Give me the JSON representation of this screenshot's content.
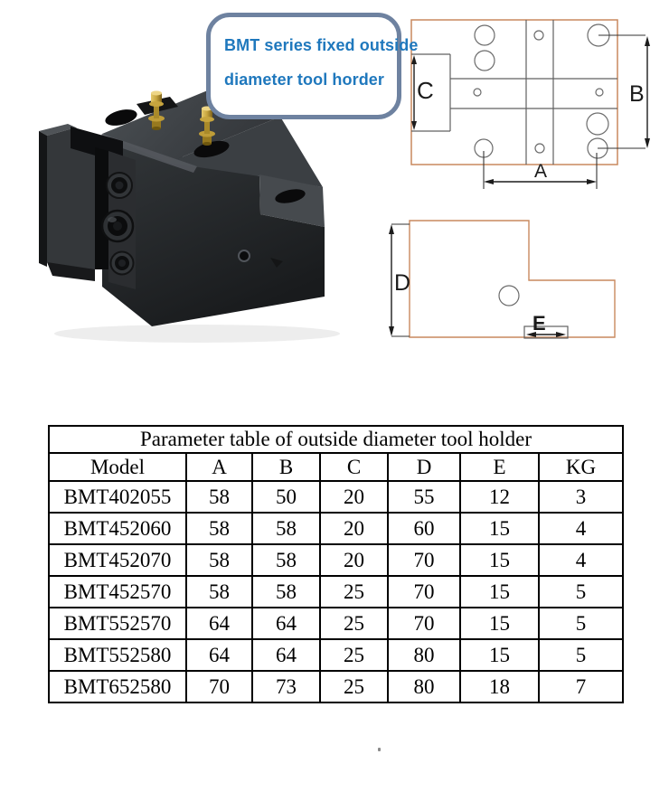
{
  "callout": {
    "line1": "BMT series fixed outside",
    "line2": "diameter tool horder"
  },
  "drawings": {
    "plan": {
      "dim_a": "A",
      "dim_b": "B",
      "dim_c": "C"
    },
    "profile": {
      "dim_d": "D",
      "dim_e": "E"
    }
  },
  "table": {
    "title": "Parameter table of outside diameter tool holder",
    "headers": [
      "Model",
      "A",
      "B",
      "C",
      "D",
      "E",
      "KG"
    ],
    "rows": [
      [
        "BMT402055",
        "58",
        "50",
        "20",
        "55",
        "12",
        "3"
      ],
      [
        "BMT452060",
        "58",
        "58",
        "20",
        "60",
        "15",
        "4"
      ],
      [
        "BMT452070",
        "58",
        "58",
        "20",
        "70",
        "15",
        "4"
      ],
      [
        "BMT452570",
        "58",
        "58",
        "25",
        "70",
        "15",
        "5"
      ],
      [
        "BMT552570",
        "64",
        "64",
        "25",
        "70",
        "15",
        "5"
      ],
      [
        "BMT552580",
        "64",
        "64",
        "25",
        "80",
        "15",
        "5"
      ],
      [
        "BMT652580",
        "70",
        "73",
        "25",
        "80",
        "18",
        "7"
      ]
    ]
  },
  "colors": {
    "callout_text": "#1f78bd",
    "callout_border": "#6e82a0",
    "drawing_outline": "#c9895e",
    "drawing_inner_line": "#606060",
    "dimension_line": "#1c1c1c",
    "table_border": "#000000",
    "product_body": "#26292c",
    "brass_fitting": "#c7a53e"
  }
}
